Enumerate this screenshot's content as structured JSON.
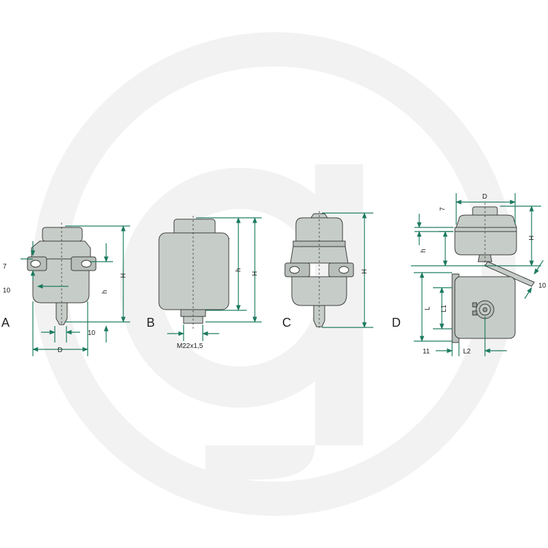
{
  "colors": {
    "watermark": "#f2f2f2",
    "body": "#c6cdc8",
    "body_dark": "#9aa39d",
    "outline": "#3a3a3a",
    "dimension": "#1c7a5f",
    "text": "#222222"
  },
  "watermark": {
    "icon": "grammer-logo-watermark",
    "letter": "g"
  },
  "variants": [
    {
      "id": "A",
      "label": "A",
      "dims": {
        "side_top": "7",
        "side_bottom": "10",
        "height_total": "H",
        "height_body": "h",
        "diameter": "D",
        "nozzle": "10"
      }
    },
    {
      "id": "B",
      "label": "B",
      "dims": {
        "height_body": "h",
        "height_total": "H",
        "thread": "M22x1,5"
      }
    },
    {
      "id": "C",
      "label": "C",
      "dims": {
        "height_total": "H"
      }
    },
    {
      "id": "D",
      "label": "D",
      "dims": {
        "diameter": "D",
        "cap_height": "7",
        "height_body": "h",
        "height_total": "H",
        "nozzle": "10",
        "length": "L",
        "length_inner": "L1",
        "bracket": "11",
        "length_offset": "L2"
      }
    }
  ]
}
